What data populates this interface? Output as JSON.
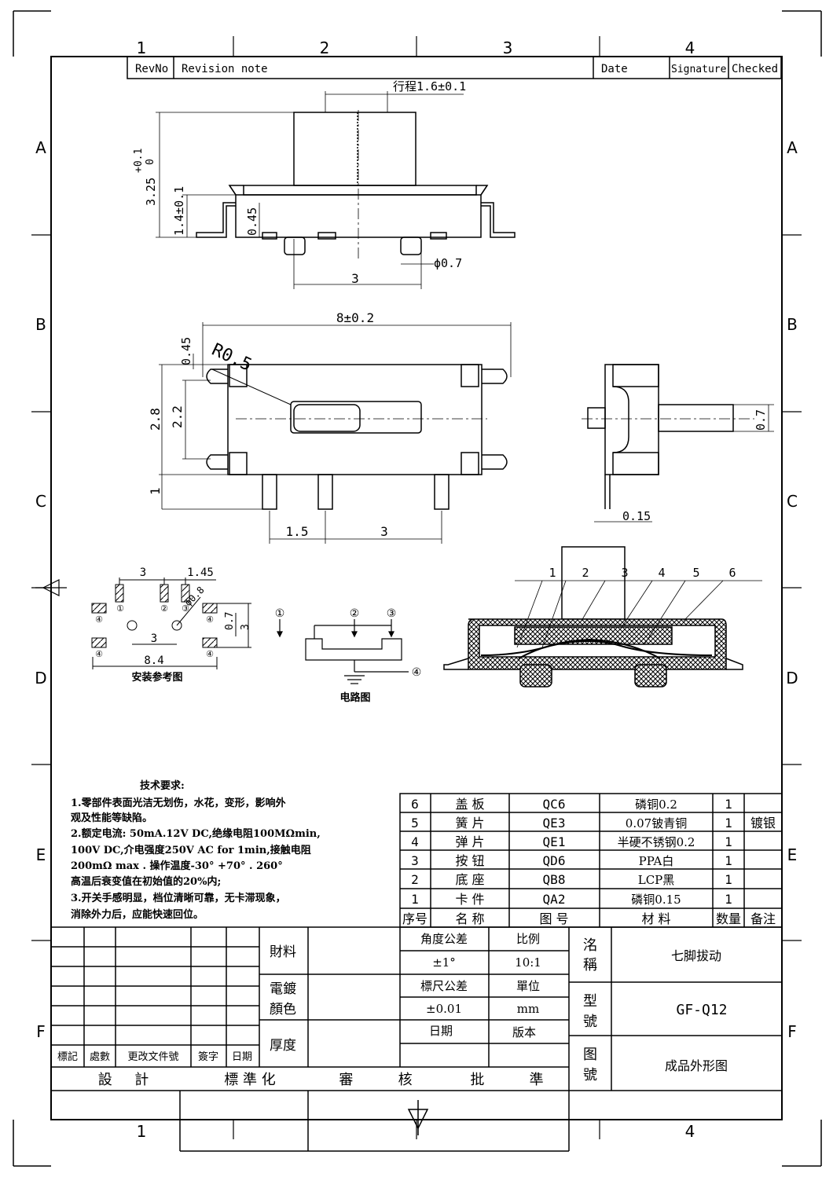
{
  "border": {
    "col_labels": [
      "1",
      "2",
      "3",
      "4"
    ],
    "row_labels": [
      "A",
      "B",
      "C",
      "D",
      "E",
      "F"
    ],
    "bottom_col_labels": [
      "1",
      "4"
    ]
  },
  "revision_header": {
    "revno": "RevNo",
    "note": "Revision note",
    "date": "Date",
    "signature": "Signature",
    "checked": "Checked"
  },
  "dims": {
    "travel": "行程1.6±0.1",
    "height_total": "3.25",
    "height_tol_upper": "+0.1",
    "height_tol_lower": "0",
    "height_body": "1.4±0.1",
    "d045_side": "0.45",
    "pitch_3_side": "3",
    "phi": "ϕ0.7",
    "width_8": "8±0.2",
    "d045_top": "0.45",
    "r05": "R0.5",
    "d28": "2.8",
    "d22": "2.2",
    "d1": "1",
    "d15": "1.5",
    "d3": "3",
    "end_07": "0.7",
    "end_015": "0.15"
  },
  "footprint": {
    "dim_3": "3",
    "dim_145": "1.45",
    "dim_08": "ϕ0.8",
    "dim_07": "0.7",
    "dim_3v": "3",
    "dim_3h": "3",
    "dim_84": "8.4",
    "pin_1": "①",
    "pin_2": "②",
    "pin_3": "③",
    "pin_4": "④",
    "caption": "安装参考图"
  },
  "circuit": {
    "p1": "①",
    "p2": "②",
    "p3": "③",
    "p4": "④",
    "caption": "电路图"
  },
  "section_callouts": [
    "1",
    "2",
    "3",
    "4",
    "5",
    "6"
  ],
  "tech": {
    "title": "技术要求:",
    "lines": [
      "1.零部件表面光洁无划伤，水花，变形，影响外",
      "   观及性能等缺陷。",
      "2.额定电流: 50mA.12V DC,绝缘电阻100MΩmin,",
      "   100V DC,介电强度250V AC for 1min,接触电阻",
      "   200mΩ max . 操作温度-30° +70° . 260°",
      "   高温后衰变值在初始值的20%内;",
      "3.开关手感明显，档位清晰可靠，无卡滞现象，",
      "   消除外力后，应能快速回位。"
    ]
  },
  "bom": {
    "header": [
      "序号",
      "名  称",
      "图  号",
      "材  料",
      "数量",
      "备注"
    ],
    "rows": [
      [
        "6",
        "盖  板",
        "QC6",
        "磷铜0.2",
        "1",
        ""
      ],
      [
        "5",
        "簧  片",
        "QE3",
        "0.07铍青铜",
        "1",
        "镀银"
      ],
      [
        "4",
        "弹  片",
        "QE1",
        "半硬不锈钢0.2",
        "1",
        ""
      ],
      [
        "3",
        "按  钮",
        "QD6",
        "PPA白",
        "1",
        ""
      ],
      [
        "2",
        "底  座",
        "QB8",
        "LCP黑",
        "1",
        ""
      ],
      [
        "1",
        "卡  件",
        "QA2",
        "磷铜0.15",
        "1",
        ""
      ]
    ]
  },
  "titleblock": {
    "material_label": "財料",
    "plating_label_1": "電鍍",
    "plating_label_2": "顏色",
    "thickness_label": "厚度",
    "angle_tol_label": "角度公差",
    "angle_tol_value": "±1°",
    "scale_label": "比例",
    "scale_value": "10:1",
    "dim_tol_label": "標尺公差",
    "dim_tol_value": "±0.01",
    "unit_label": "單位",
    "unit_value": "mm",
    "date_label": "日期",
    "version_label": "版本",
    "name_label_1": "洺",
    "name_label_2": "稱",
    "name_value": "七脚拔动",
    "model_label_1": "型",
    "model_label_2": "號",
    "model_value": "GF-Q12",
    "drawing_label_1": "图",
    "drawing_label_2": "號",
    "drawing_value": "成品外形图",
    "rev_cols": [
      "標記",
      "處數",
      "更改文件號",
      "簽字",
      "日期"
    ],
    "sign_labels": [
      "設     計",
      "標 準 化",
      "審          核",
      "批          準"
    ]
  }
}
